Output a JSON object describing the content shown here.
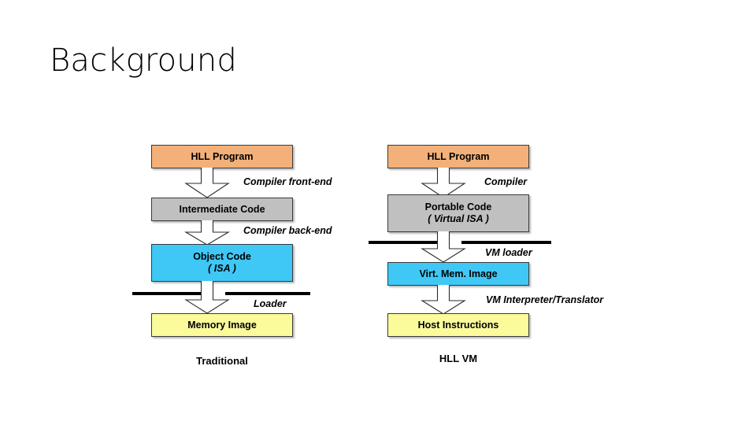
{
  "slide": {
    "title": "Background",
    "background_color": "#FFFFFF"
  },
  "palette": {
    "orange": "#F3B179",
    "gray": "#C0C0C0",
    "cyan": "#3FC8F5",
    "yellow": "#FBFB9C",
    "outline": "#3A3A3A",
    "rule": "#000000",
    "text": "#000000"
  },
  "diagram": {
    "columns": [
      {
        "id": "traditional",
        "caption": "Traditional",
        "nodes": [
          {
            "id": "trad-hll-program",
            "label": "HLL Program",
            "sublabel": "",
            "color": "orange"
          },
          {
            "id": "trad-intermediate-code",
            "label": "Intermediate Code",
            "sublabel": "",
            "color": "gray"
          },
          {
            "id": "trad-object-code",
            "label": "Object Code",
            "sublabel": "( ISA )",
            "color": "cyan"
          },
          {
            "id": "trad-memory-image",
            "label": "Memory Image",
            "sublabel": "",
            "color": "yellow"
          }
        ],
        "edges": [
          {
            "id": "trad-edge-compiler-front-end",
            "label": "Compiler front-end"
          },
          {
            "id": "trad-edge-compiler-back-end",
            "label": "Compiler back-end"
          },
          {
            "id": "trad-edge-loader",
            "label": "Loader"
          }
        ]
      },
      {
        "id": "hll-vm",
        "caption": "HLL VM",
        "nodes": [
          {
            "id": "vm-hll-program",
            "label": "HLL Program",
            "sublabel": "",
            "color": "orange"
          },
          {
            "id": "vm-portable-code",
            "label": "Portable Code",
            "sublabel": "( Virtual ISA )",
            "color": "gray"
          },
          {
            "id": "vm-virt-mem-image",
            "label": "Virt. Mem. Image",
            "sublabel": "",
            "color": "cyan"
          },
          {
            "id": "vm-host-instructions",
            "label": "Host Instructions",
            "sublabel": "",
            "color": "yellow"
          }
        ],
        "edges": [
          {
            "id": "vm-edge-compiler",
            "label": "Compiler"
          },
          {
            "id": "vm-edge-vm-loader",
            "label": "VM loader"
          },
          {
            "id": "vm-edge-interpreter",
            "label": "VM Interpreter/Translator"
          }
        ]
      }
    ]
  }
}
